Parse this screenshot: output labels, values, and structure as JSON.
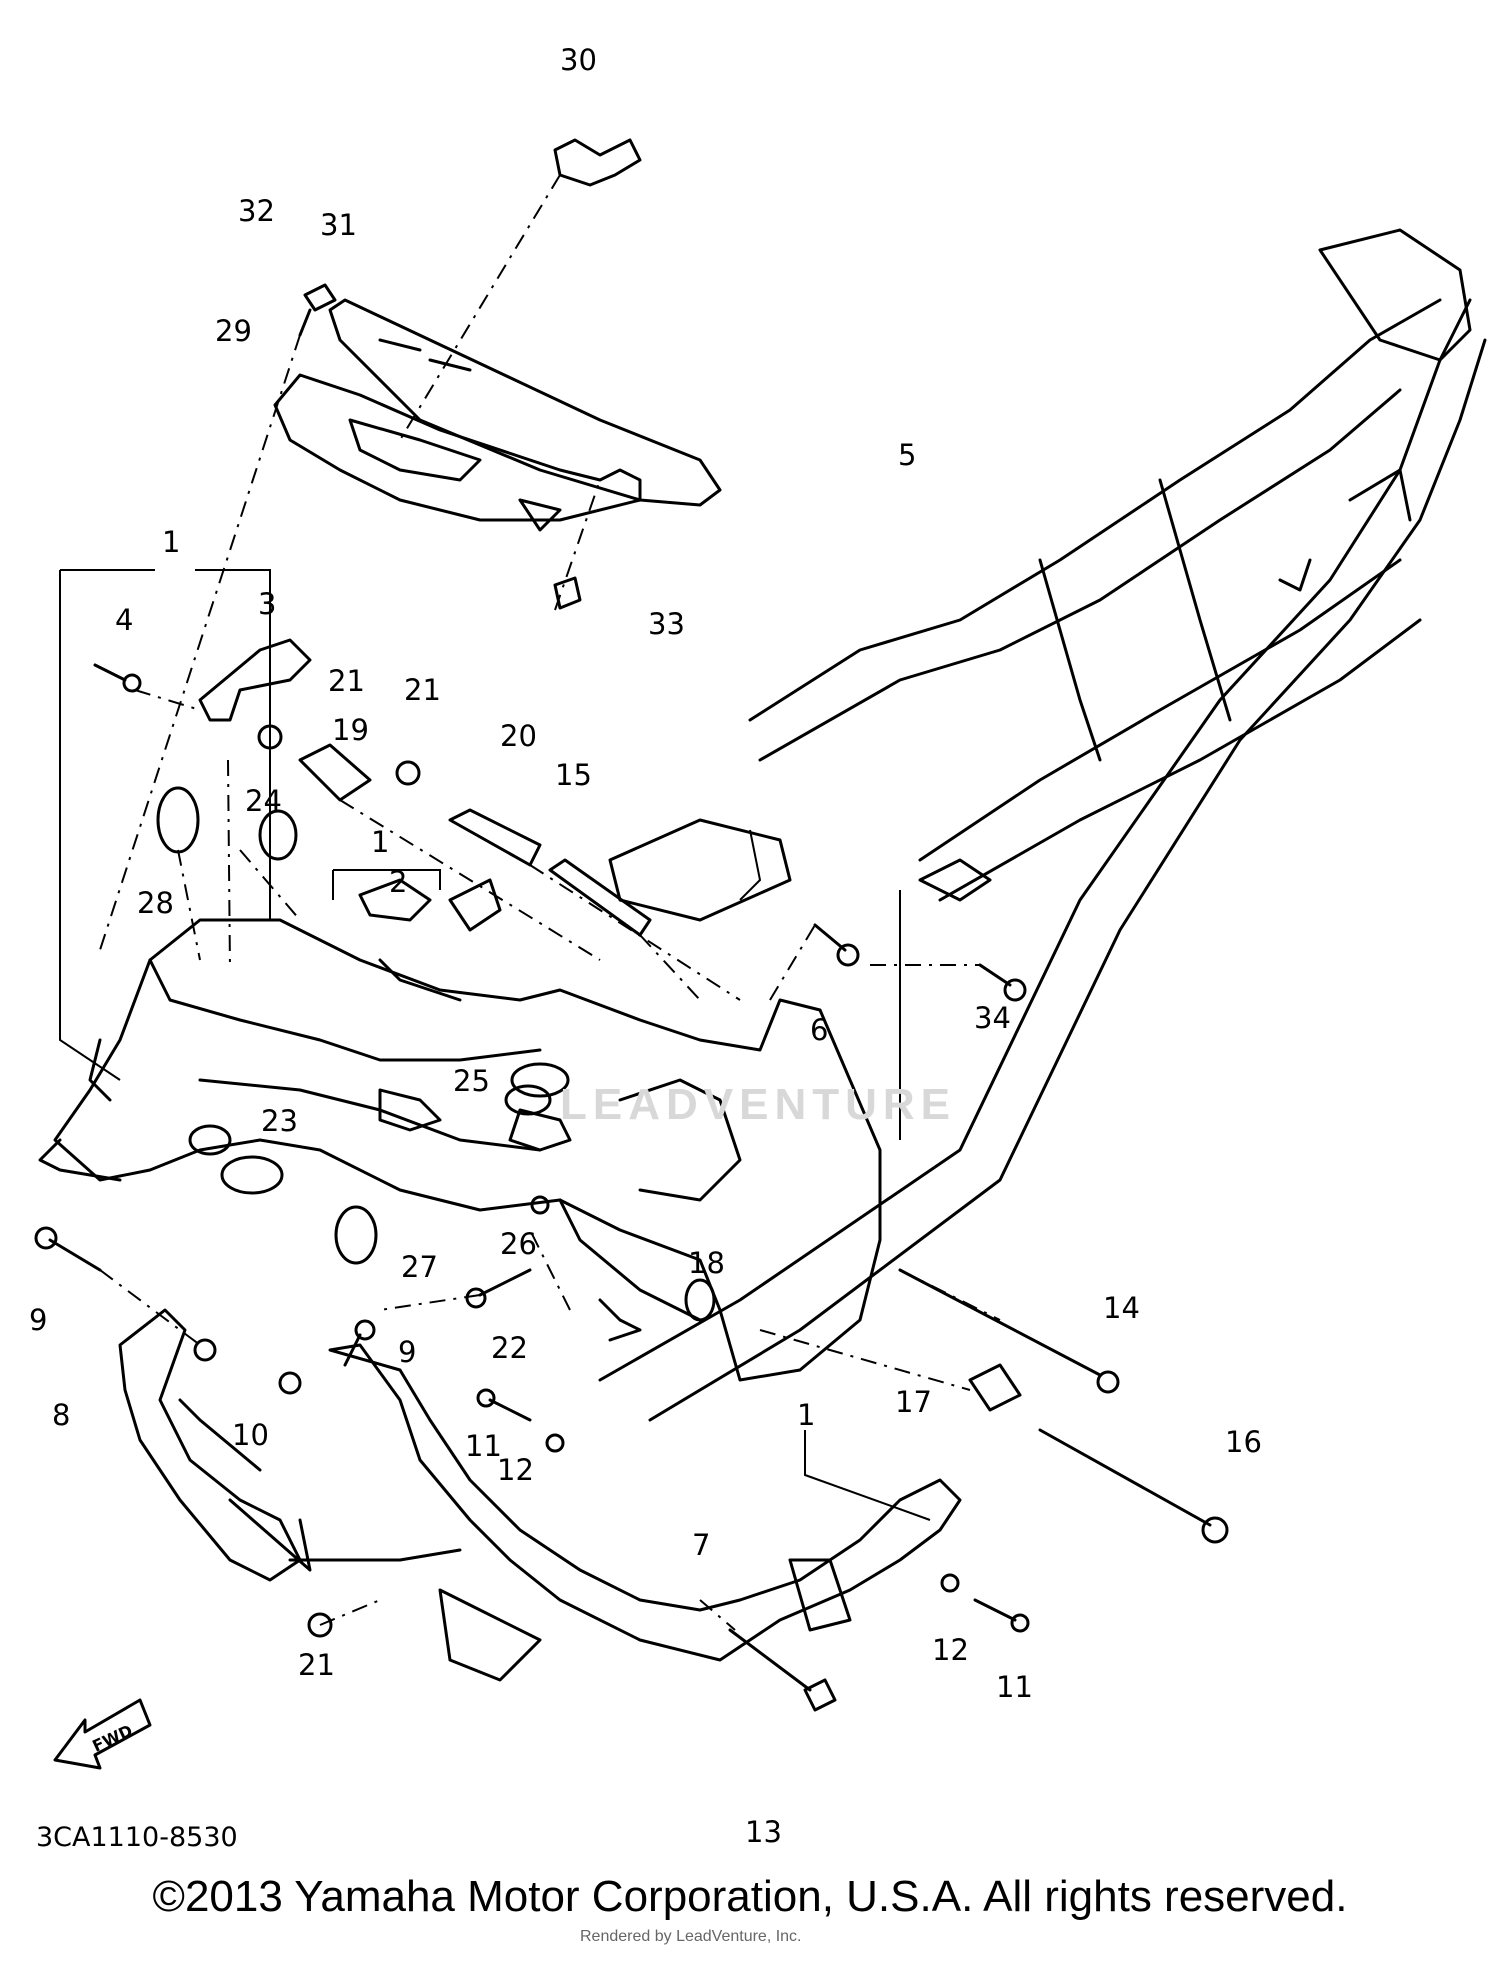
{
  "diagram": {
    "code": "3CA1110-8530",
    "watermark": "LEADVENTURE",
    "copyright": "©2013 Yamaha Motor Corporation, U.S.A. All rights reserved.",
    "render_credit": "Rendered by LeadVenture, Inc.",
    "fwd_label": "FWD"
  },
  "callouts": [
    {
      "id": "label-1-top",
      "text": "1"
    },
    {
      "id": "label-1-mid",
      "text": "1"
    },
    {
      "id": "label-1-right",
      "text": "1"
    },
    {
      "id": "label-2",
      "text": "2"
    },
    {
      "id": "label-3",
      "text": "3"
    },
    {
      "id": "label-4",
      "text": "4"
    },
    {
      "id": "label-5",
      "text": "5"
    },
    {
      "id": "label-6",
      "text": "6"
    },
    {
      "id": "label-7",
      "text": "7"
    },
    {
      "id": "label-8",
      "text": "8"
    },
    {
      "id": "label-9-left",
      "text": "9"
    },
    {
      "id": "label-9-right",
      "text": "9"
    },
    {
      "id": "label-10",
      "text": "10"
    },
    {
      "id": "label-11-left",
      "text": "11"
    },
    {
      "id": "label-11-right",
      "text": "11"
    },
    {
      "id": "label-12-left",
      "text": "12"
    },
    {
      "id": "label-12-right",
      "text": "12"
    },
    {
      "id": "label-13",
      "text": "13"
    },
    {
      "id": "label-14",
      "text": "14"
    },
    {
      "id": "label-15",
      "text": "15"
    },
    {
      "id": "label-16",
      "text": "16"
    },
    {
      "id": "label-17",
      "text": "17"
    },
    {
      "id": "label-18",
      "text": "18"
    },
    {
      "id": "label-19",
      "text": "19"
    },
    {
      "id": "label-20",
      "text": "20"
    },
    {
      "id": "label-21-a",
      "text": "21"
    },
    {
      "id": "label-21-b",
      "text": "21"
    },
    {
      "id": "label-21-c",
      "text": "21"
    },
    {
      "id": "label-22",
      "text": "22"
    },
    {
      "id": "label-23",
      "text": "23"
    },
    {
      "id": "label-24",
      "text": "24"
    },
    {
      "id": "label-25",
      "text": "25"
    },
    {
      "id": "label-26",
      "text": "26"
    },
    {
      "id": "label-27",
      "text": "27"
    },
    {
      "id": "label-28",
      "text": "28"
    },
    {
      "id": "label-29",
      "text": "29"
    },
    {
      "id": "label-30",
      "text": "30"
    },
    {
      "id": "label-31",
      "text": "31"
    },
    {
      "id": "label-32",
      "text": "32"
    },
    {
      "id": "label-33",
      "text": "33"
    },
    {
      "id": "label-34",
      "text": "34"
    }
  ]
}
